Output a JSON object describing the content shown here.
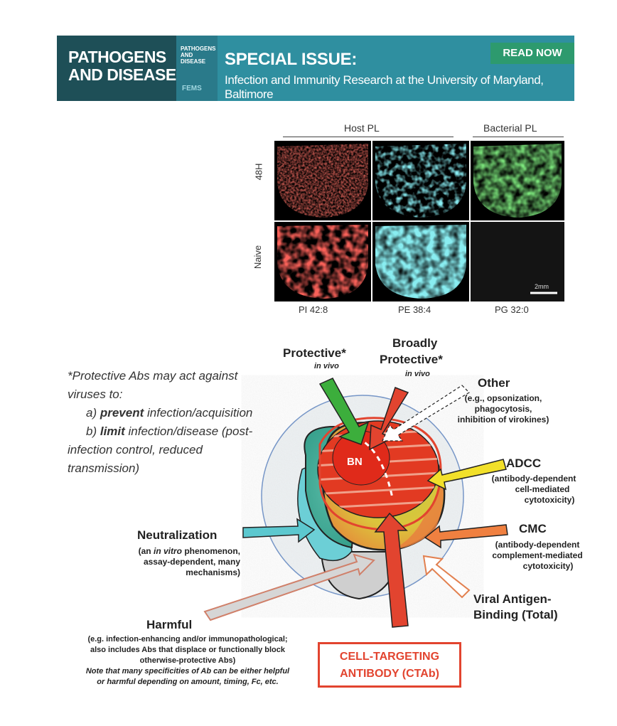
{
  "banner": {
    "journal_line1": "PATHOGENS",
    "journal_line2": "AND DISEASE",
    "cover_title_line1": "PATHOGENS",
    "cover_title_line2": "AND DISEASE",
    "cover_publisher": "FEMS",
    "special_issue": "SPECIAL ISSUE:",
    "subtitle": "Infection and Immunity Research at the University of Maryland, Baltimore",
    "read_now": "READ NOW",
    "colors": {
      "dark": "#1e4f57",
      "teal": "#2f8fa0",
      "green": "#2d9a6e"
    }
  },
  "microscopy": {
    "group_host": "Host PL",
    "group_bacterial": "Bacterial PL",
    "rows": [
      "48H",
      "Naive"
    ],
    "columns": [
      "PI 42:8",
      "PE 38:4",
      "PG 32:0"
    ],
    "scale_bar": "2mm",
    "channel_colors": [
      "#e8281e",
      "#3fd6e0",
      "#3fc83a"
    ]
  },
  "diagram": {
    "note_line1": "*Protective Abs may act against",
    "note_line2": "viruses to:",
    "note_a_prefix": "a) ",
    "note_a_bold": "prevent",
    "note_a_rest": " infection/acquisition",
    "note_b_prefix": "b) ",
    "note_b_bold": "limit",
    "note_b_rest": " infection/disease (post-",
    "note_line5": "infection control, reduced",
    "note_line6": "transmission)",
    "protective": "Protective*",
    "protective_sub": "in vivo",
    "broadly_1": "Broadly",
    "broadly_2": "Protective*",
    "broadly_sub": "in vivo",
    "bn": "BN",
    "other": "Other",
    "other_d1": "(e.g., opsonization,",
    "other_d2": "phagocytosis,",
    "other_d3": "inhibition of virokines)",
    "adcc": "ADCC",
    "adcc_d1": "(antibody-dependent",
    "adcc_d2": "cell-mediated",
    "adcc_d3": "cytotoxicity)",
    "neutralization": "Neutralization",
    "neut_d1a": "(an ",
    "neut_d1b": "in vitro",
    "neut_d1c": " phenomenon,",
    "neut_d2": "assay-dependent,  many",
    "neut_d3": "mechanisms)",
    "cmc": "CMC",
    "cmc_d1": "(antibody-dependent",
    "cmc_d2": "complement-mediated",
    "cmc_d3": "cytotoxicity)",
    "viral_1": "Viral Antigen-",
    "viral_2": "Binding (Total)",
    "harmful": "Harmful",
    "harm_d1": "(e.g. infection-enhancing and/or immunopathological;",
    "harm_d2": "also includes Abs that displace or functionally block",
    "harm_d3": "otherwise-protective Abs)",
    "harm_d4": "Note that many specificities of Ab can be either helpful",
    "harm_d5": "or harmful depending on amount, timing, Fc, etc.",
    "ctab_1": "CELL-TARGETING",
    "ctab_2": "ANTIBODY (CTAb)",
    "colors": {
      "ctab_red": "#e2442f",
      "protective_green": "#3cae3c",
      "adcc_yellow": "#f2e02a",
      "neut_cyan": "#5cc8cf",
      "cmc_orange": "#f08040"
    }
  }
}
